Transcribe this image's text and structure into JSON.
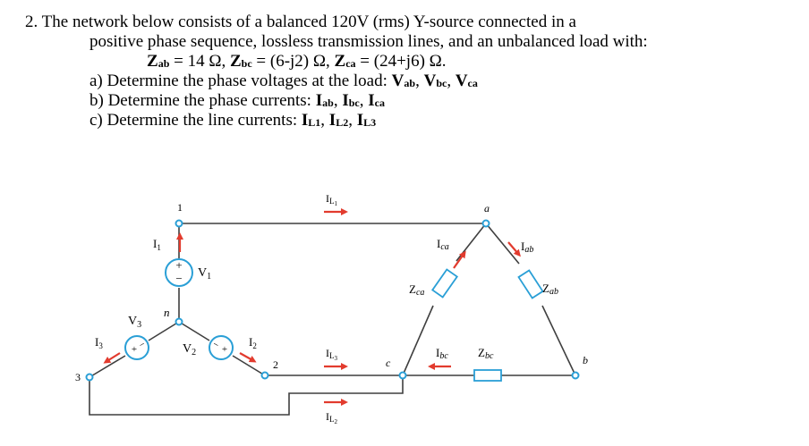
{
  "problem": {
    "line1": "2. The network below consists of a balanced 120V (rms) Y-source connected in a",
    "line2": "positive phase sequence, lossless transmission lines, and an unbalanced load with:",
    "line3": {
      "zab_sym": "Z",
      "zab_sub": "ab",
      "zab_val": " = 14 Ω, ",
      "zbc_sym": "Z",
      "zbc_sub": "bc",
      "zbc_val": " = (6-j2) Ω, ",
      "zca_sym": "Z",
      "zca_sub": "ca",
      "zca_val": " = (24+j6) Ω."
    },
    "line4": {
      "text": "a) Determine the phase voltages at the load: ",
      "v1": "V",
      "v1s": "ab",
      "sep1": ", ",
      "v2": "V",
      "v2s": "bc",
      "sep2": ", ",
      "v3": "V",
      "v3s": "ca"
    },
    "line5": {
      "text": "b) Determine the phase currents: ",
      "i1": "I",
      "i1s": "ab",
      "sep1": ", ",
      "i2": "I",
      "i2s": "bc",
      "sep2": ", ",
      "i3": "I",
      "i3s": "ca"
    },
    "line6": {
      "text": "c) Determine the line currents: ",
      "i1": "I",
      "i1s": "L1",
      "sep1": ", ",
      "i2": "I",
      "i2s": "L2",
      "sep2": ", ",
      "i3": "I",
      "i3s": "L3"
    }
  },
  "diagram": {
    "colors": {
      "wire": "#3f3f3f",
      "node": "#2a9fd6",
      "arrow": "#e23b2e"
    },
    "nodes": {
      "n1": "1",
      "n2": "2",
      "n3": "3",
      "nn": "n",
      "na": "a",
      "nb": "b",
      "nc": "c"
    },
    "sources": {
      "v1": "V",
      "v1s": "1",
      "v2": "V",
      "v2s": "2",
      "v3": "V",
      "v3s": "3",
      "plus": "+",
      "minus": "−"
    },
    "source_currents": {
      "i1": "I",
      "i1s": "1",
      "i2": "I",
      "i2s": "2",
      "i3": "I",
      "i3s": "3"
    },
    "line_currents": {
      "l1": "I",
      "l1s": "L",
      "l1n": "1",
      "l2": "I",
      "l2s": "L",
      "l2n": "2",
      "l3": "I",
      "l3s": "L",
      "l3n": "3"
    },
    "load_labels": {
      "zca": "Z",
      "zcas": "ca",
      "zab": "Z",
      "zabs": "ab",
      "zbc": "Z",
      "zbcs": "bc"
    },
    "load_currents": {
      "ica": "I",
      "icas": "ca",
      "iab": "I",
      "iabs": "ab",
      "ibc": "I",
      "ibcs": "bc"
    }
  }
}
